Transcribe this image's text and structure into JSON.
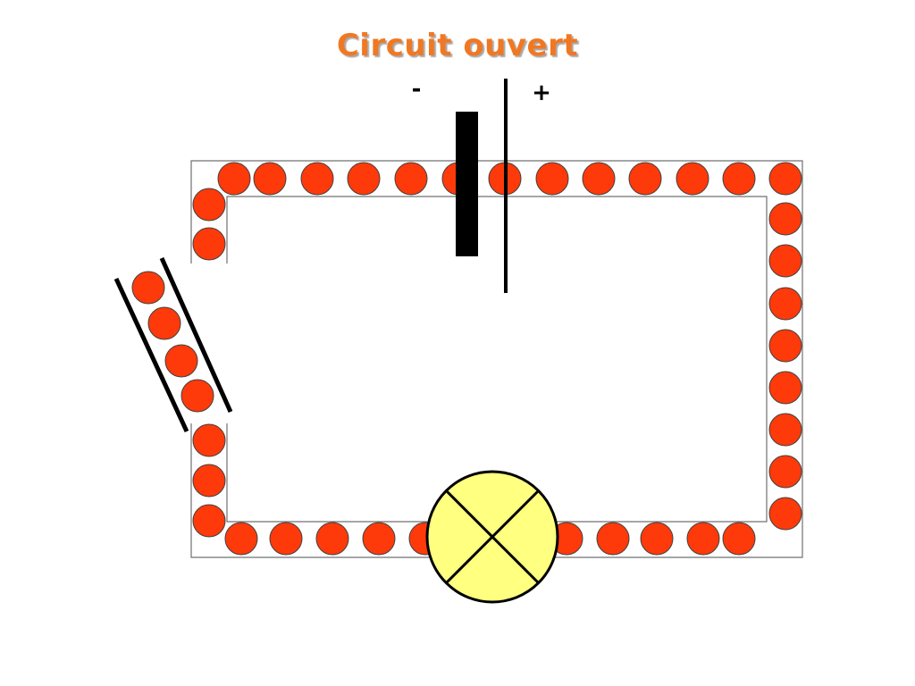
{
  "title": "Circuit ouvert",
  "battery": {
    "negative_label": "-",
    "positive_label": "+"
  },
  "colors": {
    "title": "#F07820",
    "title_shadow": "#B0B0B0",
    "electron_fill": "#FF3A0A",
    "electron_stroke": "#404040",
    "wire": "#707070",
    "lamp_fill": "#FFFF80",
    "switch_bar": "#000000",
    "battery": "#000000"
  },
  "components": [
    "battery",
    "lamp",
    "open-switch",
    "electrons"
  ]
}
